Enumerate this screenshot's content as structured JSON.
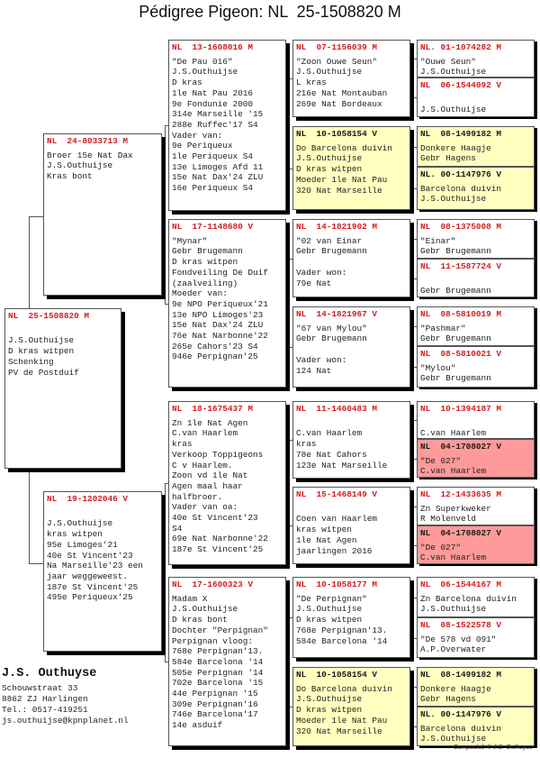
{
  "title": "Pédigree Pigeon: NL  25-1508820 M",
  "colors": {
    "ring": "#d02020",
    "yellow": "#ffffc0",
    "pink": "#ff9a9a"
  },
  "birds": [
    {
      "ring": "NL  25-1508820 M",
      "lines": [
        "",
        "J.S.Outhuijse",
        "D kras witpen",
        "Schenking",
        "PV de Postduif"
      ]
    },
    {
      "ring": "NL  24-8033713 M",
      "lines": [
        "Broer 15e Nat Dax",
        "J.S.Outhuijse",
        "Kras bont"
      ]
    },
    {
      "ring": "NL  19-1202046 V",
      "lines": [
        "",
        "J.S.Outhuijse",
        "kras witpen",
        "95e Limoges'21",
        "40e St Vincent'23",
        "Na Marseille'23 een",
        "jaar weggeweest.",
        "187e St Vincent'25",
        "495e Periqueux'25"
      ]
    },
    {
      "ring": "NL  13-1608016 M",
      "lines": [
        "\"De Pau 016\"",
        "J.S.Outhuijse",
        "D kras",
        "1le Nat Pau 2016",
        "9e Fondunie 2000",
        "314e Marseille '15",
        "288e Ruffec'17 S4",
        "Vader van:",
        "9e Periqueux",
        "1le Periqueux S4",
        "13e Limoges Afd 11",
        "15e Nat Dax'24 ZLU",
        "16e Periqueux S4"
      ]
    },
    {
      "ring": "NL  17-1148680 V",
      "lines": [
        "\"Mynar\"",
        "Gebr Brugemann",
        "D kras witpen",
        "Fondveiling De Duif",
        "(zaalveiling)",
        "Moeder van:",
        "9e NPO Periqueux'21",
        "13e NPO Limoges'23",
        "15e Nat Dax'24 ZLU",
        "76e Nat Narbonne'22",
        "265e Cahors'23 S4",
        "946e Perpignan'25"
      ]
    },
    {
      "ring": "NL  18-1675437 M",
      "lines": [
        "Zn 1le Nat Agen",
        "C.van Haarlem",
        "kras",
        "Verkoop Toppigeons",
        "C v Haarlem.",
        "Zoon vd 1le Nat",
        "Agen maal haar",
        "halfbroer.",
        "Vader van oa:",
        "40e St Vincent'23",
        "S4",
        "69e Nat Narbonne'22",
        "187e St Vincent'25"
      ]
    },
    {
      "ring": "NL  17-1600323 V",
      "lines": [
        "Madam X",
        "J.S.Outhuijse",
        "D kras bont",
        "Dochter \"Perpignan\"",
        "Perpignan vloog:",
        "768e Perpignan'13.",
        "584e Barcelona '14",
        "505e Perpignan '14",
        "702e Barcelona '15",
        "44e Perpignan '15",
        "309e Perpignan'16",
        "746e Barcelona'17",
        "14e asduif"
      ]
    },
    {
      "ring": "NL  07-1156039 M",
      "lines": [
        "\"Zoon Ouwe Seun\"",
        "J.S.Outhuijse",
        "L kras",
        "216e Nat Montauban",
        "269e Nat Bordeaux"
      ]
    },
    {
      "ring": "NL  10-1058154 V",
      "bg": "yellow",
      "lines": [
        "Do Barcelona duivin",
        "J.S.Outhuijse",
        "D kras witpen",
        "Moeder 1le Nat Pau",
        "320 Nat Marseille"
      ]
    },
    {
      "ring": "NL  14-1821902 M",
      "lines": [
        "\"02 van Einar",
        "Gebr Brugemann",
        "",
        "Vader won:",
        "79e Nat"
      ]
    },
    {
      "ring": "NL  14-1821967 V",
      "lines": [
        "\"67 van Mylou\"",
        "Gebr Brugemann",
        "",
        "Vader won:",
        "124 Nat"
      ]
    },
    {
      "ring": "NL  11-1460483 M",
      "lines": [
        "",
        "C.van Haarlem",
        "kras",
        "78e Nat Cahors",
        "123e Nat Marseille"
      ]
    },
    {
      "ring": "NL  15-1468149 V",
      "lines": [
        "",
        "Coen van Haarlem",
        "kras witpen",
        "1le Nat Agen",
        "jaarlingen 2016"
      ]
    },
    {
      "ring": "NL  10-1058177 M",
      "lines": [
        "\"De Perpignan\"",
        "J.S.Outhuijse",
        "D kras witpen",
        "768e Perpignan'13.",
        "584e Barcelona '14"
      ]
    },
    {
      "ring": "NL  10-1058154 V",
      "bg": "yellow",
      "lines": [
        "Do Barcelona duivin",
        "J.S.Outhuijse",
        "D kras witpen",
        "Moeder 1le Nat Pau",
        "320 Nat Marseille"
      ]
    },
    {
      "ring": "NL. 01-1074282 M",
      "lines": [
        "\"Ouwe Seun\"",
        "J.S.Outhuijse"
      ]
    },
    {
      "ring": "NL  06-1544092 V",
      "lines": [
        "",
        "J.S.Outhuijse"
      ]
    },
    {
      "ring": "NL  08-1499182 M",
      "bg": "yellow",
      "lines": [
        "Donkere Haagje",
        "Gebr Hagens"
      ]
    },
    {
      "ring": "NL. 00-1147976 V",
      "bg": "yellow",
      "lines": [
        "Barcelona duivin",
        "J.S.Outhuijse"
      ]
    },
    {
      "ring": "NL  08-1375008 M",
      "lines": [
        "\"Einar\"",
        "Gebr Brugemann"
      ]
    },
    {
      "ring": "NL  11-1587724 V",
      "lines": [
        "",
        "Gebr Brugemann"
      ]
    },
    {
      "ring": "NL  08-5810019 M",
      "lines": [
        "\"Pashmar\"",
        "Gebr Brugemann"
      ]
    },
    {
      "ring": "NL  08-5810021 V",
      "lines": [
        "\"Mylou\"",
        "Gebr Brugemann"
      ]
    },
    {
      "ring": "NL  10-1394187 M",
      "lines": [
        "",
        "C.van Haarlem"
      ]
    },
    {
      "ring": "NL  04-1708027 V",
      "bg": "pink",
      "lines": [
        "\"De 027\"",
        "C.van Haarlem"
      ]
    },
    {
      "ring": "NL  12-1433635 M",
      "lines": [
        "Zn Superkweker",
        "R Molenveld"
      ]
    },
    {
      "ring": "NL  04-1708027 V",
      "bg": "pink",
      "lines": [
        "\"De 027\"",
        "C.van Haarlem"
      ]
    },
    {
      "ring": "NL  06-1544167 M",
      "lines": [
        "Zn Barcelona duivin",
        "J.S.Outhuijse"
      ]
    },
    {
      "ring": "NL  08-1522578 V",
      "lines": [
        "\"De 578 vd 091\"",
        "A.P.Overwater"
      ]
    },
    {
      "ring": "NL  08-1499182 M",
      "bg": "yellow",
      "lines": [
        "Donkere Haagje",
        "Gebr Hagens"
      ]
    },
    {
      "ring": "NL. 00-1147976 V",
      "bg": "yellow",
      "lines": [
        "Barcelona duivin",
        "J.S.Outhuijse"
      ]
    }
  ],
  "owner": {
    "name": "J.S. Outhuyse",
    "street": "Schouwstraat 33",
    "city": "8862 ZJ  Harlingen",
    "phone": "Tel.: 0517-419251",
    "email": "js.outhuijse@kpnplanet.nl"
  },
  "credit": "Compuclub © J.S. Outhuyse"
}
